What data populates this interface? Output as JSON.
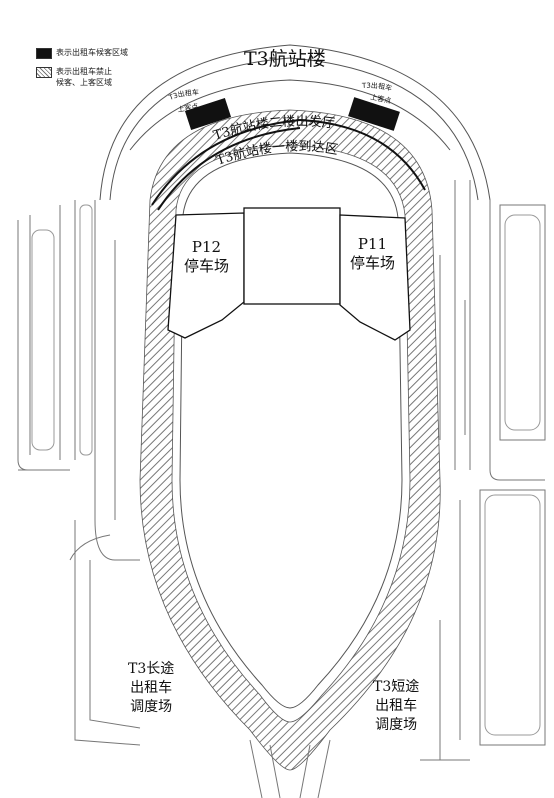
{
  "legend": {
    "waiting": "表示出租车候客区域",
    "forbidden_line1": "表示出租车禁止",
    "forbidden_line2": "候客、上客区域"
  },
  "terminal_title": "T3航站楼",
  "pickup_left": [
    "T3出租车",
    "上客点"
  ],
  "pickup_right": [
    "T3出租车",
    "上客点"
  ],
  "departures": "T3航站楼二楼出发厅",
  "arrivals": "T3航站楼一楼到达区",
  "p12": [
    "P12",
    "停车场"
  ],
  "p11": [
    "P11",
    "停车场"
  ],
  "long_distance": [
    "T3长途",
    "出租车",
    "调度场"
  ],
  "short_distance": [
    "T3短途",
    "出租车",
    "调度场"
  ],
  "colors": {
    "road_line": "#555555",
    "hatch": "#777777",
    "taxi_zone": "#111111",
    "parking_fill": "#ffffff"
  }
}
